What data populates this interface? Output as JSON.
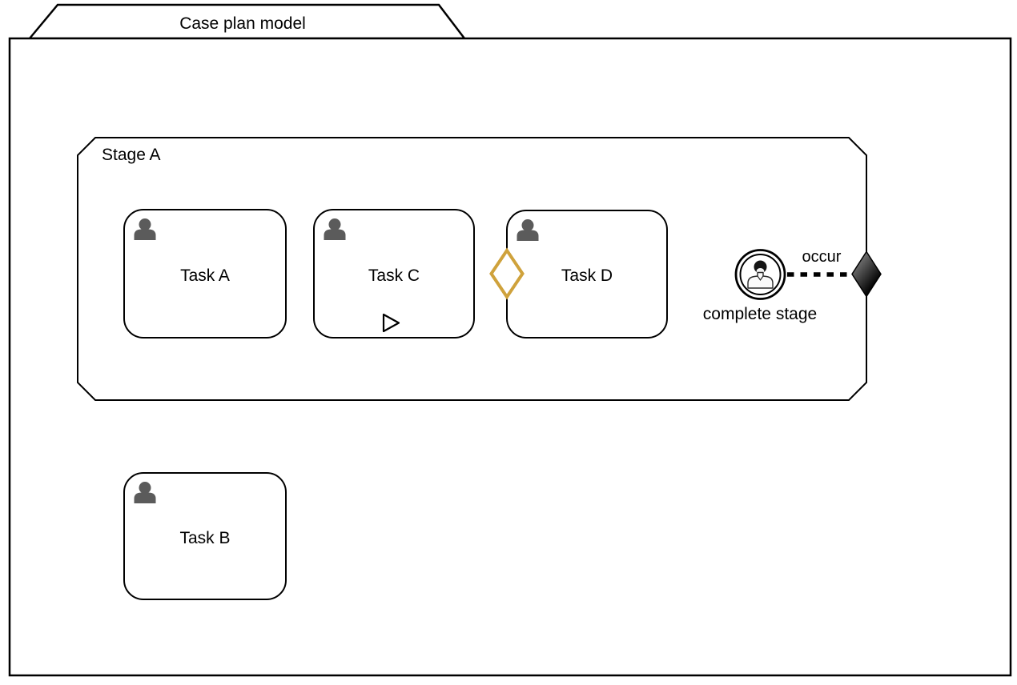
{
  "case_plan": {
    "title": "Case plan model",
    "stage_a": {
      "label": "Stage A"
    },
    "tasks": {
      "a": {
        "label": "Task A"
      },
      "c": {
        "label": "Task C"
      },
      "d": {
        "label": "Task D"
      },
      "b": {
        "label": "Task B"
      }
    },
    "event_listener": {
      "label": "complete stage"
    },
    "exit_connector": {
      "label": "occur"
    },
    "markers": {
      "task_c_bottom": "manual-activation-play-triangle",
      "task_d_entry": "entry-criterion-diamond",
      "stage_exit": "exit-criterion-diamond",
      "task_icon": "human-task-user-silhouette",
      "event_listener_icon": "user-event-listener"
    }
  },
  "colors": {
    "entry-criterion": "#CFA23C",
    "exit-gradient-top": "#9c9c9c",
    "exit-gradient-bottom": "#000000",
    "user-silhouette": "#5b5b5b",
    "stroke": "#000000"
  }
}
